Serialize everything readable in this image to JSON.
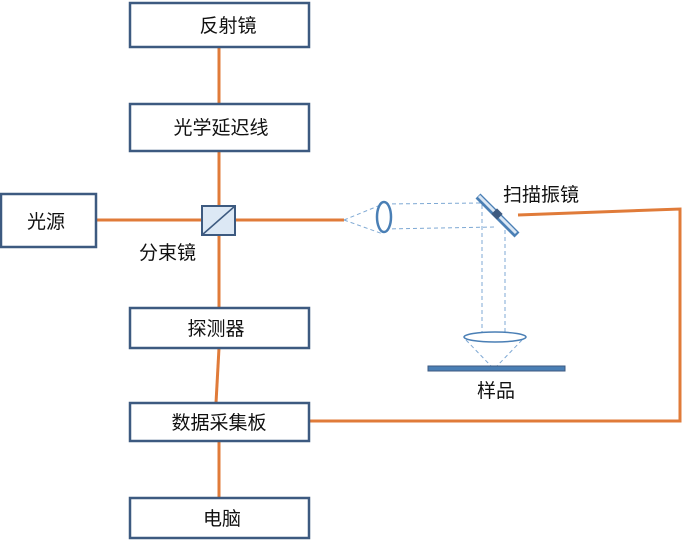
{
  "diagram": {
    "boxes": {
      "mirror": "反射镜",
      "optical_delay_line": "光学延迟线",
      "light_source": "光源",
      "detector": "探测器",
      "daq_board": "数据采集板",
      "computer": "电脑"
    },
    "labels": {
      "beam_splitter": "分束镜",
      "scanning_galvo": "扫描振镜",
      "sample": "样品"
    },
    "colors": {
      "box_border": "#3d5a80",
      "line": "#e07b39",
      "optics_stroke": "#4a7fb5",
      "optics_fill": "#dce8f5",
      "sample_fill": "#4a7fb5",
      "beam_dashed": "#7fa9d4"
    }
  }
}
